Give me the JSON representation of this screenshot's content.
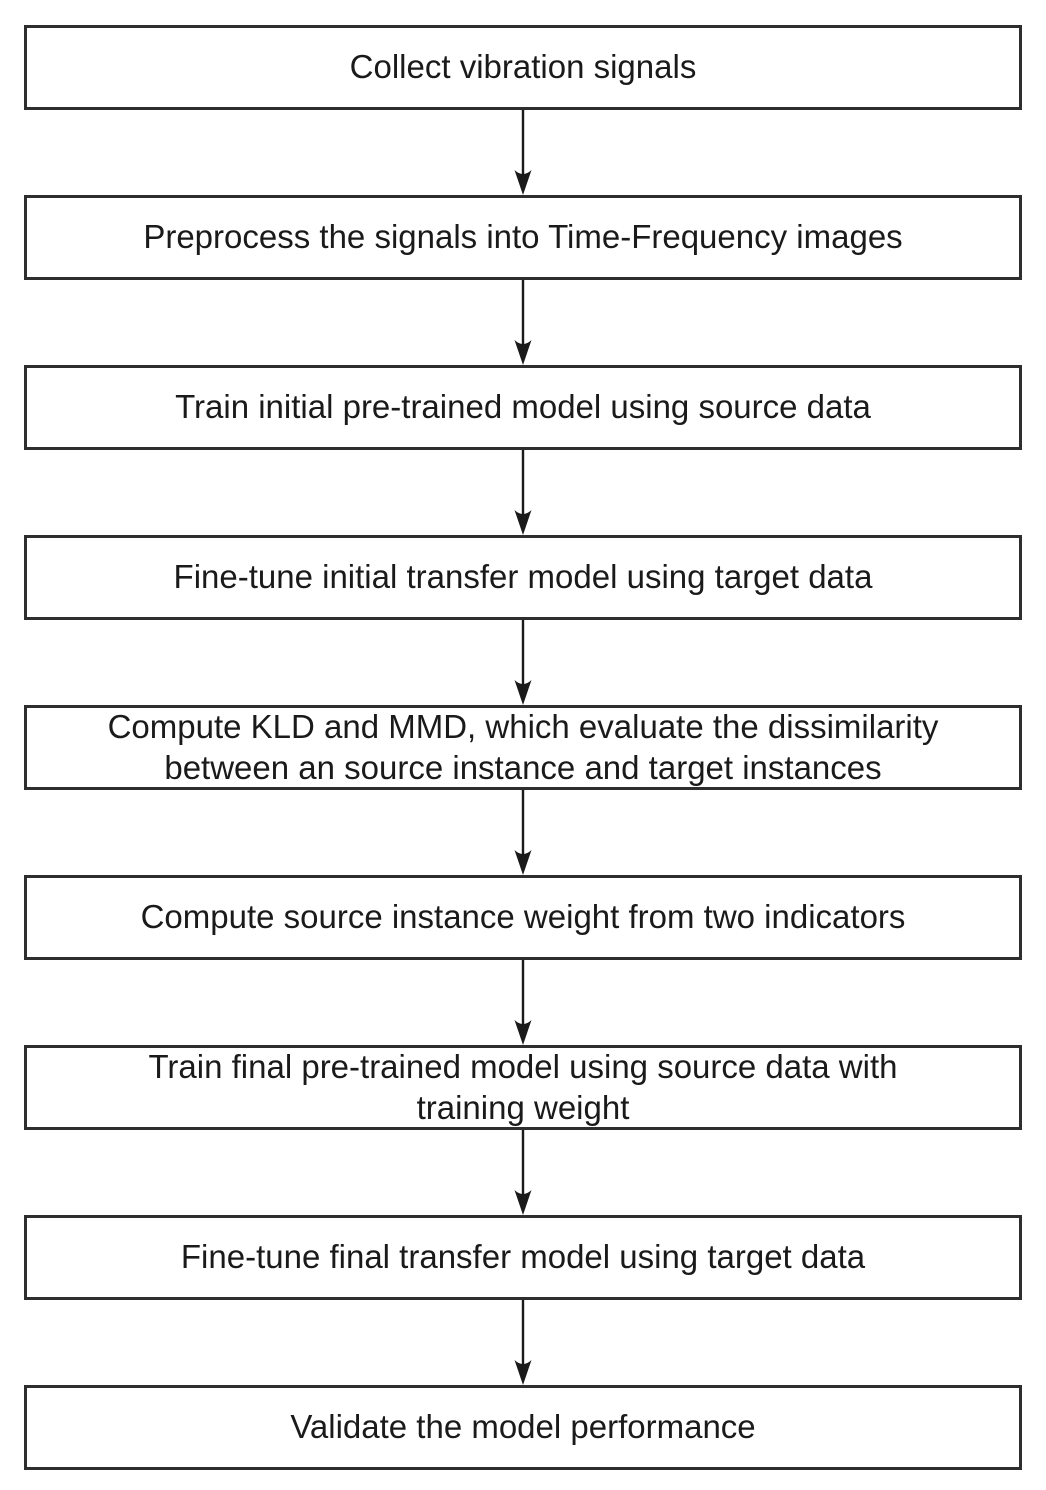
{
  "diagram": {
    "type": "flowchart",
    "direction": "top-to-bottom",
    "connector": "down-arrow",
    "steps": [
      {
        "label": "Collect vibration signals"
      },
      {
        "label": "Preprocess the signals into Time-Frequency images"
      },
      {
        "label": "Train initial pre-trained model using source data"
      },
      {
        "label": "Fine-tune initial transfer model using target data"
      },
      {
        "label": "Compute KLD and MMD, which evaluate the dissimilarity\nbetween an source instance and target instances"
      },
      {
        "label": "Compute source instance weight from two indicators"
      },
      {
        "label": "Train final pre-trained model using source data with\ntraining weight"
      },
      {
        "label": "Fine-tune final transfer model using target data"
      },
      {
        "label": "Validate the model performance"
      }
    ],
    "colors": {
      "box_border": "#2e2e2e",
      "box_fill": "#ffffff",
      "text": "#1a1a1a",
      "arrow": "#1a1a1a",
      "background": "#ffffff"
    }
  }
}
